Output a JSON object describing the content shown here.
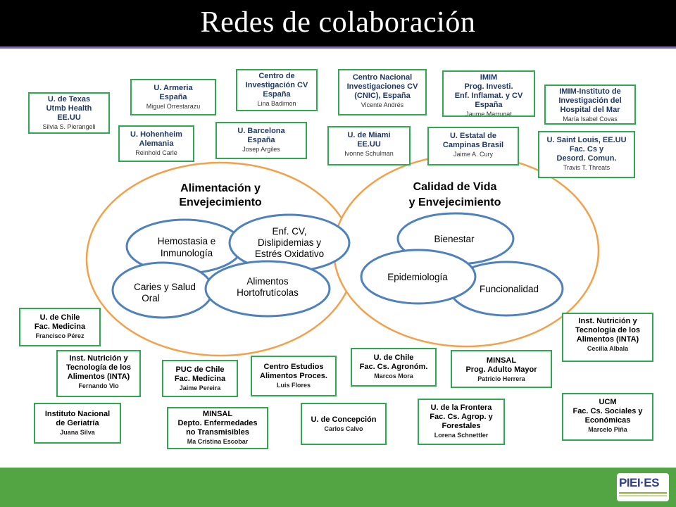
{
  "title": "Redes de colaboración",
  "logo": {
    "text": "PIEI·ES"
  },
  "colors": {
    "box_border": "#2fa84f",
    "ellipse_orange": "#f3a04a",
    "ellipse_blue": "#4f81bd",
    "footer_green": "#53a544",
    "header": "#000000"
  },
  "diagram": {
    "left_area": {
      "title_lines": [
        "Alimentación y",
        "Envejecimiento"
      ],
      "nodes": [
        {
          "lines": [
            "Hemostasia e",
            "Inmunología"
          ]
        },
        {
          "lines": [
            "Enf. CV,",
            "Dislipidemias y",
            "Estrés Oxidativo"
          ]
        },
        {
          "lines": [
            "Caries y Salud",
            "Oral"
          ]
        },
        {
          "lines": [
            "Alimentos",
            "Hortofrutícolas"
          ]
        }
      ]
    },
    "right_area": {
      "title_lines": [
        "Calidad de Vida",
        "y Envejecimiento"
      ],
      "nodes": [
        {
          "lines": [
            "Bienestar"
          ]
        },
        {
          "lines": [
            "Epidemiología"
          ]
        },
        {
          "lines": [
            "Funcionalidad"
          ]
        }
      ]
    }
  },
  "top_boxes": [
    {
      "lines": [
        "U. de Texas",
        "Utmb Health",
        "EE.UU"
      ],
      "person": "Silvia S. Pierangeli"
    },
    {
      "lines": [
        "U. Armeria",
        "España"
      ],
      "person": "Miguel Orrestarazu"
    },
    {
      "lines": [
        "Centro de",
        "Investigación CV",
        "España"
      ],
      "person": "Lina Badimon"
    },
    {
      "lines": [
        "Centro Nacional",
        "Investigaciones CV",
        "(CNIC), España"
      ],
      "person": "Vicente Andrés"
    },
    {
      "lines": [
        "IMIM",
        "Prog. Investi.",
        "Enf. Inflamat. y  CV",
        "España"
      ],
      "person": "Jaume Marrugat"
    },
    {
      "lines": [
        "IMIM-Instituto de",
        "Investigación del",
        "Hospital del Mar"
      ],
      "person": "María Isabel Covas"
    },
    {
      "lines": [
        "U. Hohenheim",
        "Alemania"
      ],
      "person": "Reinhold Carle"
    },
    {
      "lines": [
        "U. Barcelona",
        "España"
      ],
      "person": "Josep Argiles"
    },
    {
      "lines": [
        "U. de Miami",
        "EE.UU"
      ],
      "person": "Ivonne Schulman"
    },
    {
      "lines": [
        "U.  Estatal de",
        "Campinas  Brasil"
      ],
      "person": "Jaime A. Cury"
    },
    {
      "lines": [
        "U. Saint Louis, EE.UU",
        "Fac. Cs y",
        "Desord. Comun."
      ],
      "person": "Travis T. Threats"
    }
  ],
  "bottom_boxes": [
    {
      "lines": [
        "U. de Chile",
        "Fac. Medicina"
      ],
      "person": "Francisco Pérez"
    },
    {
      "lines": [
        "Inst. Nutrición y",
        "Tecnología de los",
        "Alimentos (INTA)"
      ],
      "person": "Cecilia Albala"
    },
    {
      "lines": [
        "Inst. Nutrición y",
        "Tecnología de los",
        "Alimentos (INTA)"
      ],
      "person": "Fernando Vio"
    },
    {
      "lines": [
        "PUC de Chile",
        "Fac. Medicina"
      ],
      "person": "Jaime Pereira"
    },
    {
      "lines": [
        "Centro  Estudios",
        "Alimentos Proces."
      ],
      "person": "Luis Flores"
    },
    {
      "lines": [
        "U. de Chile",
        "Fac.  Cs. Agronóm."
      ],
      "person": "Marcos Mora"
    },
    {
      "lines": [
        "MINSAL",
        "Prog. Adulto Mayor"
      ],
      "person": "Patricio Herrera"
    },
    {
      "lines": [
        "Instituto Nacional",
        "de Geriatría"
      ],
      "person": "Juana Silva"
    },
    {
      "lines": [
        "MINSAL",
        "Depto. Enfermedades",
        "no Transmisibles"
      ],
      "person": "Ma Cristina Escobar"
    },
    {
      "lines": [
        "U. de Concepción"
      ],
      "person": "Carlos Calvo"
    },
    {
      "lines": [
        "U. de la Frontera",
        "Fac.  Cs. Agrop. y",
        "Forestales"
      ],
      "person": "Lorena Schnettler"
    },
    {
      "lines": [
        "UCM",
        "Fac. Cs. Sociales  y",
        "Económicas"
      ],
      "person": "Marcelo Piña"
    }
  ]
}
